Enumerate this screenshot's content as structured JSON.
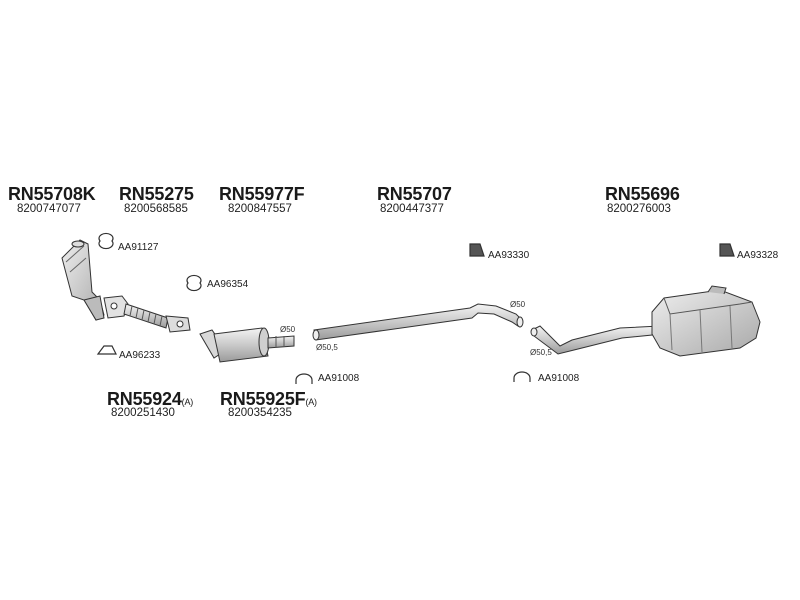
{
  "parts": [
    {
      "code": "RN55708K",
      "suffix": "",
      "oem": "8200747077"
    },
    {
      "code": "RN55275",
      "suffix": "",
      "oem": "8200568585"
    },
    {
      "code": "RN55977F",
      "suffix": "",
      "oem": "8200847557"
    },
    {
      "code": "RN55707",
      "suffix": "",
      "oem": "8200447377"
    },
    {
      "code": "RN55696",
      "suffix": "",
      "oem": "8200276003"
    },
    {
      "code": "RN55924",
      "suffix": "(A)",
      "oem": "8200251430"
    },
    {
      "code": "RN55925F",
      "suffix": "(A)",
      "oem": "8200354235"
    }
  ],
  "accessories": [
    "AA91127",
    "AA96354",
    "AA96233",
    "AA91008",
    "AA93330",
    "AA91008",
    "AA93328"
  ],
  "diameters": [
    "Ø50",
    "Ø50,5",
    "Ø50",
    "Ø50,5"
  ]
}
